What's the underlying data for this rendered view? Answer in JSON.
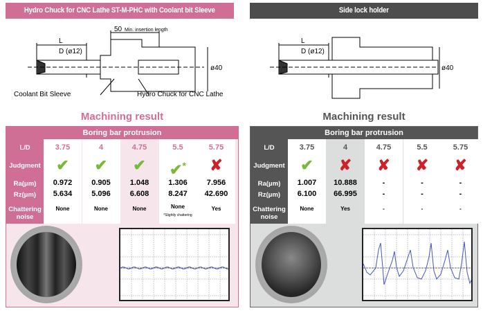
{
  "left": {
    "title": "Hydro Chuck for CNC Lathe ST-M-PHC with Coolant bit Sleeve",
    "diagram": {
      "l": "L",
      "d": "D (ø12)",
      "insertion_num": "50",
      "insertion": "Min. insertion length",
      "dia": "ø40",
      "sleeve": "Coolant Bit Sleeve",
      "chuck": "Hydro Chuck for CNC Lathe"
    },
    "result_title": "Machining result",
    "band": "Boring bar protrusion",
    "labels": {
      "ld": "L/D",
      "judgment": "Judgment",
      "ra": "Ra(μm)",
      "rz": "Rz(μm)",
      "chat1": "Chattering",
      "chat2": "noise"
    },
    "cols": [
      {
        "ld": "3.75",
        "judgment": "✔",
        "ra": "0.972",
        "rz": "5.634",
        "chatter": "None"
      },
      {
        "ld": "4",
        "judgment": "✔",
        "ra": "0.905",
        "rz": "5.096",
        "chatter": "None"
      },
      {
        "ld": "4.75",
        "judgment": "✔",
        "ra": "1.048",
        "rz": "6.608",
        "chatter": "None"
      },
      {
        "ld": "5.5",
        "judgment": "✔",
        "mark": "*",
        "ra": "1.306",
        "rz": "8.247",
        "chatter": "None",
        "note": "*Slightly chattering"
      },
      {
        "ld": "5.75",
        "judgment": "✘",
        "ra": "7.956",
        "rz": "42.690",
        "chatter": "Yes"
      }
    ]
  },
  "right": {
    "title": "Side lock holder",
    "diagram": {
      "l": "L",
      "d": "D (ø12)",
      "dia": "ø40"
    },
    "result_title": "Machining result",
    "band": "Boring bar protrusion",
    "labels": {
      "ld": "L/D",
      "judgment": "Judgment",
      "ra": "Ra(μm)",
      "rz": "Rz(μm)",
      "chat1": "Chattering",
      "chat2": "noise"
    },
    "cols": [
      {
        "ld": "3.75",
        "judgment": "✔",
        "ra": "1.007",
        "rz": "6.100",
        "chatter": "None"
      },
      {
        "ld": "4",
        "judgment": "✘",
        "ra": "10.888",
        "rz": "66.995",
        "chatter": "Yes"
      },
      {
        "ld": "4.75",
        "judgment": "✘",
        "ra": "-",
        "rz": "-",
        "chatter": "-"
      },
      {
        "ld": "5.5",
        "judgment": "✘",
        "ra": "-",
        "rz": "-",
        "chatter": "-"
      },
      {
        "ld": "5.75",
        "judgment": "✘",
        "ra": "-",
        "rz": "-",
        "chatter": "-"
      }
    ]
  },
  "colors": {
    "pink": "#d06f96",
    "dark": "#555555",
    "green": "#7ab83a",
    "red": "#cc2229"
  }
}
